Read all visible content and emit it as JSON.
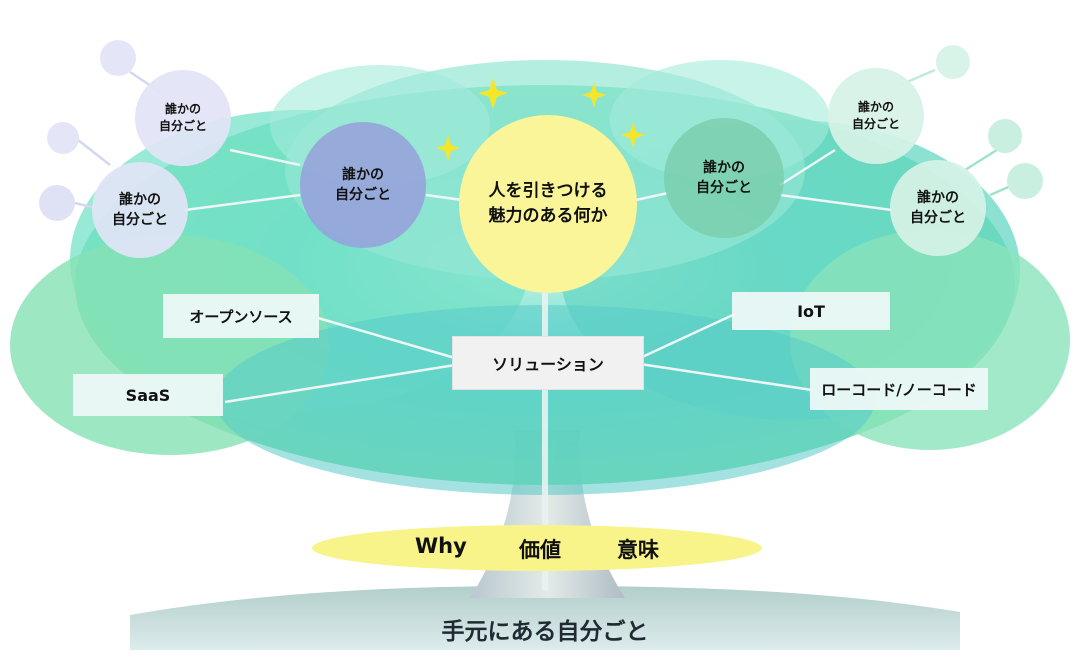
{
  "core": {
    "line1": "人を引きつける",
    "line2": "魅力のある何か"
  },
  "circles": {
    "left_main": {
      "line1": "誰かの",
      "line2": "自分ごと"
    },
    "left_top": {
      "line1": "誰かの",
      "line2": "自分ごと"
    },
    "left_low": {
      "line1": "誰かの",
      "line2": "自分ごと"
    },
    "right_main": {
      "line1": "誰かの",
      "line2": "自分ごと"
    },
    "right_top": {
      "line1": "誰かの",
      "line2": "自分ごと"
    },
    "right_low": {
      "line1": "誰かの",
      "line2": "自分ごと"
    }
  },
  "solution": "ソリューション",
  "tags": {
    "open_source": "オープンソース",
    "saas": "SaaS",
    "iot": "IoT",
    "lowcode": "ローコード/ノーコード"
  },
  "roots": {
    "why": "Why",
    "value": "価値",
    "meaning": "意味"
  },
  "ground": "手元にある自分ごと",
  "colors": {
    "core": "#fbf59a",
    "foliage_teal": "#3fd1c2",
    "foliage_green": "#7fe0a8",
    "lilac": "#96a0dc",
    "mint": "#78cdaa",
    "sparkle": "#f5e62a"
  },
  "icons": [
    "sparkle-icon"
  ]
}
